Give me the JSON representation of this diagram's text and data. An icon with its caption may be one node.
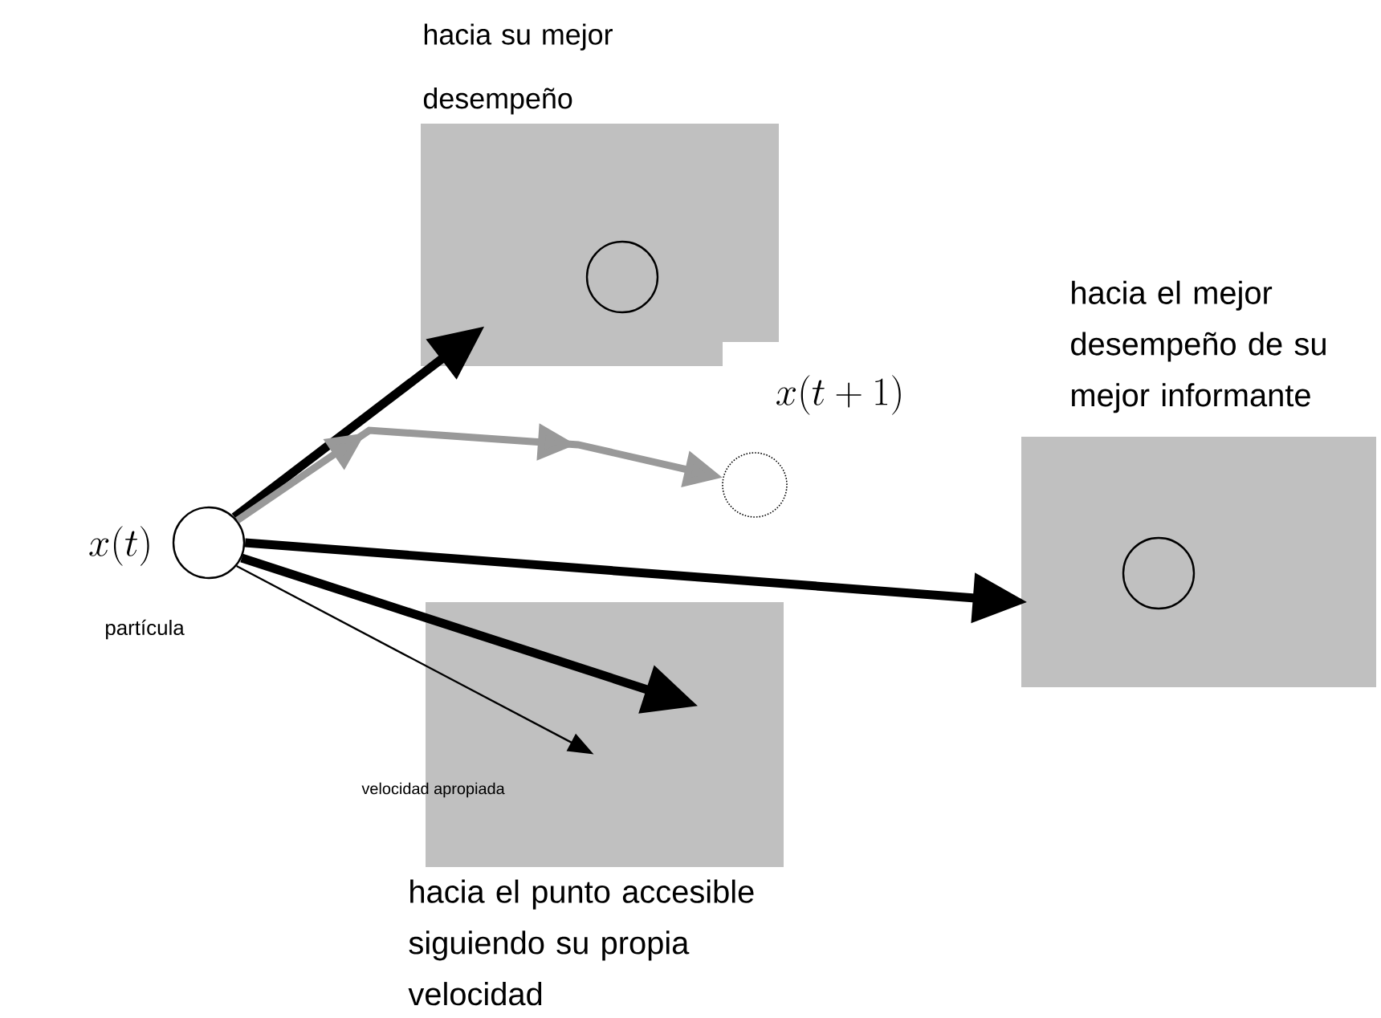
{
  "diagram": {
    "nodes": [
      {
        "text": [],
        "shape": "circle",
        "beside": [
          "x(t)",
          "partícula"
        ]
      },
      {
        "text": [
          "hacia su mejor desempeño"
        ]
      },
      {
        "text": [],
        "shape": "circle",
        "in": 1
      },
      {
        "text": [],
        "shape": "circle",
        "beside": [
          "x(t + 1)"
        ]
      },
      {
        "text": [
          "hacia el mejor desempeño de su mejor informante"
        ]
      },
      {
        "text": [],
        "shape": "circle",
        "in": 4
      },
      {
        "text": [
          "hacia el punto accesible siguiendo su propia velocidad"
        ]
      }
    ],
    "edges": [
      {
        "from": 0,
        "to": 1,
        "arrow": "to"
      },
      {
        "from": 0,
        "to": 3,
        "arrow": "to",
        "color": "#999999"
      },
      {
        "from": 0,
        "to": 4,
        "arrow": "to"
      },
      {
        "from": 0,
        "to": 6,
        "arrow": "to"
      },
      {
        "from": 0,
        "to": 6,
        "arrow": "to"
      }
    ],
    "labels": [
      "velocidad apropiada"
    ]
  }
}
